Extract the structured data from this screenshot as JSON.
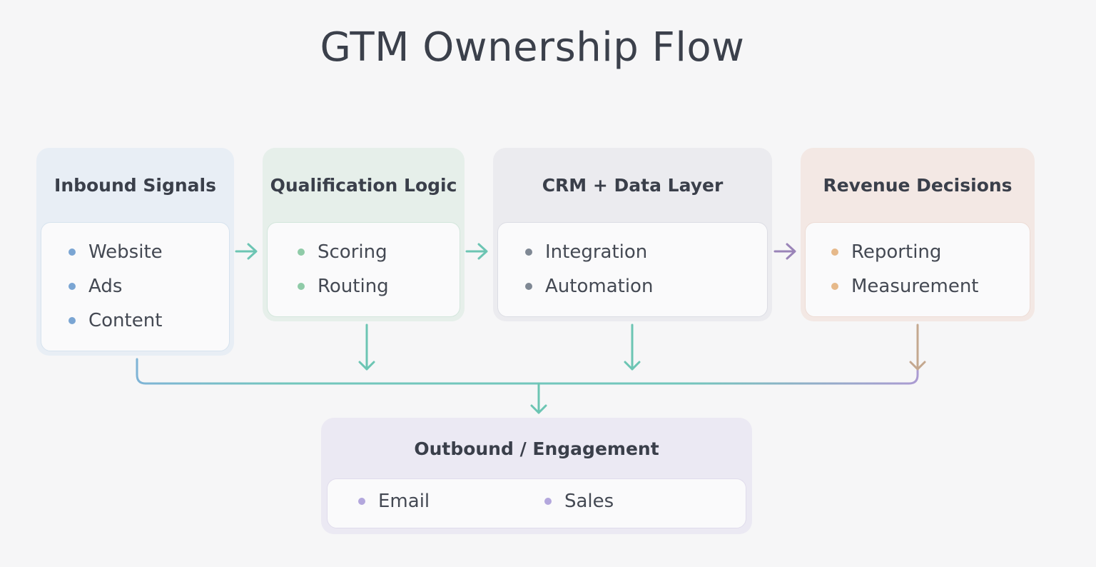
{
  "title": "GTM Ownership Flow",
  "stages": [
    {
      "id": "inbound",
      "title": "Inbound Signals",
      "items": [
        "Website",
        "Ads",
        "Content"
      ],
      "header_color": "#e8eef5",
      "body_border": "#d7e3ee",
      "dot_color": "#7aa5d3"
    },
    {
      "id": "qualification",
      "title": "Qualification Logic",
      "items": [
        "Scoring",
        "Routing"
      ],
      "header_color": "#e6efea",
      "body_border": "#d3e6dc",
      "dot_color": "#8fcba8"
    },
    {
      "id": "crm",
      "title": "CRM + Data Layer",
      "items": [
        "Integration",
        "Automation"
      ],
      "header_color": "#ebebef",
      "body_border": "#dcdde4",
      "dot_color": "#7f8894"
    },
    {
      "id": "revenue",
      "title": "Revenue Decisions",
      "items": [
        "Reporting",
        "Measurement"
      ],
      "header_color": "#f3e8e4",
      "body_border": "#eddcd5",
      "dot_color": "#e6b98a"
    }
  ],
  "outbound": {
    "title": "Outbound / Engagement",
    "items": [
      "Email",
      "Sales"
    ],
    "header_color": "#ebe9f3",
    "dot_color": "#b3a7dd"
  },
  "colors": {
    "teal_arrow": "#6cc5b3",
    "purple_arrow": "#9a84b8",
    "tan_arrow": "#c4a88f",
    "line_blue": "#7fb4d6",
    "line_purple": "#ab9bd2"
  }
}
